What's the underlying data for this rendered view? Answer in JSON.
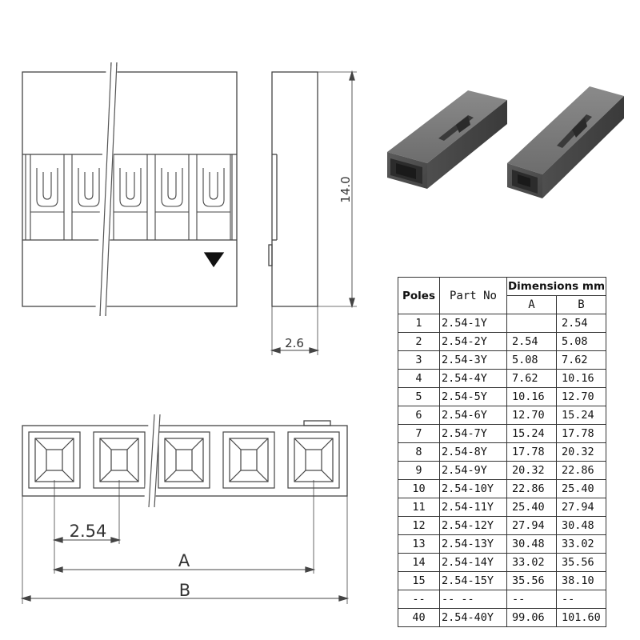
{
  "dimensions": {
    "height": "14.0",
    "depth": "2.6",
    "pitch": "2.54",
    "a": "A",
    "b": "B"
  },
  "table": {
    "headers": {
      "poles": "Poles",
      "part_no": "Part No",
      "dimensions": "Dimensions mm",
      "a": "A",
      "b": "B"
    },
    "rows": [
      {
        "poles": "1",
        "part": "2.54-1Y",
        "a": "",
        "b": "2.54"
      },
      {
        "poles": "2",
        "part": "2.54-2Y",
        "a": "2.54",
        "b": "5.08"
      },
      {
        "poles": "3",
        "part": "2.54-3Y",
        "a": "5.08",
        "b": "7.62"
      },
      {
        "poles": "4",
        "part": "2.54-4Y",
        "a": "7.62",
        "b": "10.16"
      },
      {
        "poles": "5",
        "part": "2.54-5Y",
        "a": "10.16",
        "b": "12.70"
      },
      {
        "poles": "6",
        "part": "2.54-6Y",
        "a": "12.70",
        "b": "15.24"
      },
      {
        "poles": "7",
        "part": "2.54-7Y",
        "a": "15.24",
        "b": "17.78"
      },
      {
        "poles": "8",
        "part": "2.54-8Y",
        "a": "17.78",
        "b": "20.32"
      },
      {
        "poles": "9",
        "part": "2.54-9Y",
        "a": "20.32",
        "b": "22.86"
      },
      {
        "poles": "10",
        "part": "2.54-10Y",
        "a": "22.86",
        "b": "25.40"
      },
      {
        "poles": "11",
        "part": "2.54-11Y",
        "a": "25.40",
        "b": "27.94"
      },
      {
        "poles": "12",
        "part": "2.54-12Y",
        "a": "27.94",
        "b": "30.48"
      },
      {
        "poles": "13",
        "part": "2.54-13Y",
        "a": "30.48",
        "b": "33.02"
      },
      {
        "poles": "14",
        "part": "2.54-14Y",
        "a": "33.02",
        "b": "35.56"
      },
      {
        "poles": "15",
        "part": "2.54-15Y",
        "a": "35.56",
        "b": "38.10"
      },
      {
        "poles": "--",
        "part": "-- --",
        "a": "--",
        "b": "--"
      },
      {
        "poles": "40",
        "part": "2.54-40Y",
        "a": "99.06",
        "b": "101.60"
      }
    ]
  }
}
